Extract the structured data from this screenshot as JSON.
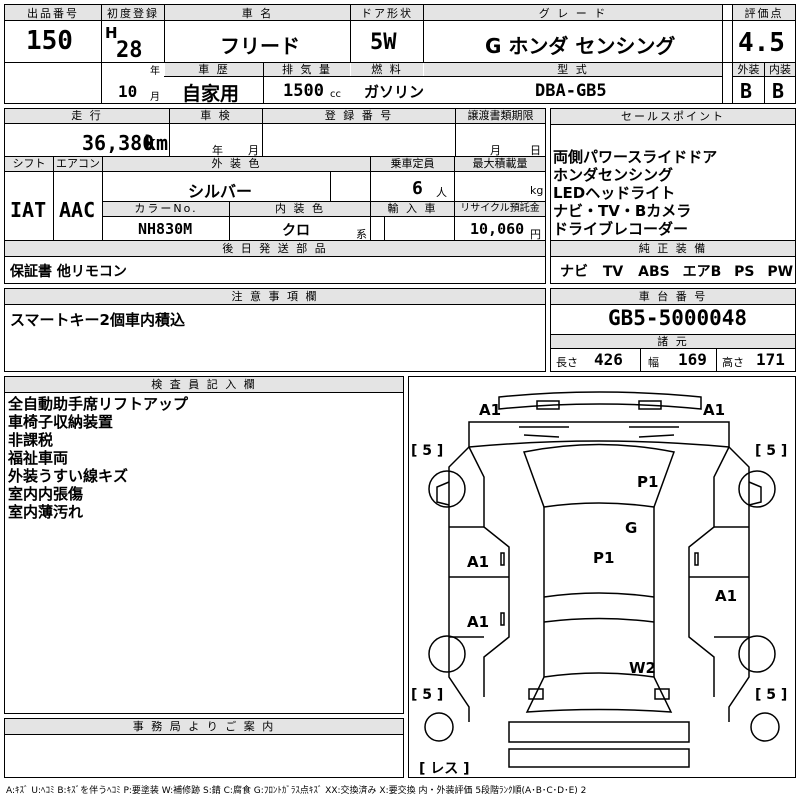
{
  "top": {
    "lot_label": "出品番号",
    "lot_value": "150",
    "first_reg_label": "初度登録",
    "era": "H",
    "year_value": "28",
    "year_unit": "年",
    "month_value": "10",
    "month_unit": "月",
    "name_label": "車 名",
    "name_value": "フリード",
    "door_label": "ドア形状",
    "door_value": "5W",
    "grade_label": "グ レ ー ド",
    "grade_value": "G ホンダ センシング",
    "score_label": "評価点",
    "score_value": "4.5",
    "history_label": "車 歴",
    "history_value": "自家用",
    "displacement_label": "排 気 量",
    "displacement_value": "1500",
    "displacement_unit": "cc",
    "fuel_label": "燃 料",
    "fuel_value": "ガソリン",
    "model_label": "型 式",
    "model_value": "DBA-GB5",
    "ext_label": "外装",
    "ext_value": "B",
    "int_label": "内装",
    "int_value": "B"
  },
  "mid": {
    "mileage_label": "走 行",
    "mileage_value": "36,380",
    "mileage_unit": "km",
    "inspection_label": "車 検",
    "ins_year_unit": "年",
    "ins_month_unit": "月",
    "reg_label": "登 録 番 号",
    "transfer_label": "譲渡書類期限",
    "tr_month_unit": "月",
    "tr_day_unit": "日",
    "shift_label": "シフト",
    "shift_value": "IAT",
    "ac_label": "エアコン",
    "ac_value": "AAC",
    "color_label": "外 装 色",
    "color_value": "シルバー",
    "seats_label": "乗車定員",
    "seats_value": "6",
    "seats_unit": "人",
    "load_label": "最大積載量",
    "load_unit": "kg",
    "colorno_label": "カラーNo.",
    "colorno_value": "NH830M",
    "intcolor_label": "内 装 色",
    "intcolor_value": "クロ",
    "intcolor_unit": "系",
    "import_label": "輸 入 車",
    "recycle_label": "リサイクル預託金",
    "recycle_value": "10,060",
    "recycle_unit": "円",
    "later_label": "後 日 発 送 部 品",
    "later_value": "保証書 他リモコン",
    "notes_label": "注 意 事 項 欄",
    "notes_value": "スマートキー2個車内積込"
  },
  "sales": {
    "label": "セールスポイント",
    "items": [
      "両側パワースライドドア",
      "ホンダセンシング",
      "LEDヘッドライト",
      "ナビ・TV・Bカメラ",
      "ドライブレコーダー"
    ]
  },
  "equipment": {
    "label": "純 正 装 備",
    "items": [
      "ナビ",
      "TV",
      "ABS",
      "エアB",
      "PS",
      "PW"
    ]
  },
  "chassis": {
    "label": "車 台 番 号",
    "value": "GB5-5000048"
  },
  "specs": {
    "label": "諸 元",
    "length_label": "長さ",
    "length_value": "426",
    "width_label": "幅",
    "width_value": "169",
    "height_label": "高さ",
    "height_value": "171"
  },
  "inspector": {
    "label": "検 査 員 記 入 欄",
    "items": [
      "全自動助手席リフトアップ",
      "車椅子収納装置",
      "非課税",
      "福祉車両",
      "外装うすい線キズ",
      "室内内張傷",
      "室内薄汚れ"
    ]
  },
  "office": {
    "label": "事 務 局 よ り ご 案 内"
  },
  "diagram": {
    "marks": [
      "A1",
      "A1",
      "P1",
      "G",
      "P1",
      "A1",
      "A1",
      "A1",
      "W2"
    ],
    "tires": [
      "[ 5 ]",
      "[ 5 ]",
      "[ 5 ]",
      "[ 5 ]"
    ],
    "spare": "[ レス ]"
  },
  "legend": "A:ｷｽﾞ U:ﾍｺﾐ B:ｷｽﾞを伴うﾍｺﾐ P:要塗装 W:補修跡 S:錆 C:腐食 G:ﾌﾛﾝﾄｶﾞﾗｽ点ｷｽﾞ XX:交換済み X:要交換 内・外装評価 5段階ﾗﾝｸ順(A･B･C･D･E) 2"
}
